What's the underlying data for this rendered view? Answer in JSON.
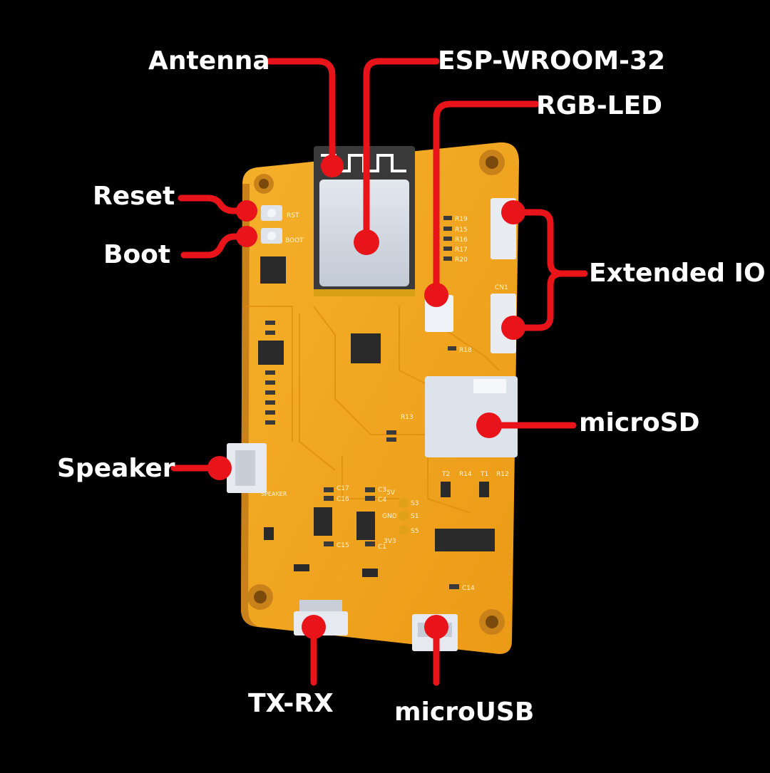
{
  "labels": {
    "antenna": "Antenna",
    "esp": "ESP-WROOM-32",
    "rgb_led": "RGB-LED",
    "reset": "Reset",
    "boot": "Boot",
    "extended_io": "Extended IO",
    "microsd": "microSD",
    "speaker": "Speaker",
    "txrx": "TX-RX",
    "microusb": "microUSB"
  },
  "silkscreen": {
    "rst": "RST",
    "boot": "BOOT",
    "speaker": "SPEAKER",
    "r19": "R19",
    "r15": "R15",
    "r16": "R16",
    "r17": "R17",
    "r20": "R20",
    "r18": "R18",
    "r13": "R13",
    "t2": "T2",
    "r14": "R14",
    "t1": "T1",
    "r12": "R12",
    "c14": "C14",
    "v5": "5V",
    "gnd": "GND",
    "v33": "3V3",
    "s3": "S3",
    "s1": "S1",
    "s5": "S5",
    "cn1": "CN1",
    "c17": "C17",
    "c16": "C16",
    "c3": "C3",
    "c4": "C4",
    "c15": "C15",
    "c1": "C1"
  },
  "colors": {
    "background": "#000000",
    "board": "#f2a51c",
    "board_shadow": "#c9821a",
    "callout": "#e8141a",
    "label_text": "#ffffff",
    "module_shield": "#cfd6e0",
    "chip": "#2a2a2a"
  }
}
